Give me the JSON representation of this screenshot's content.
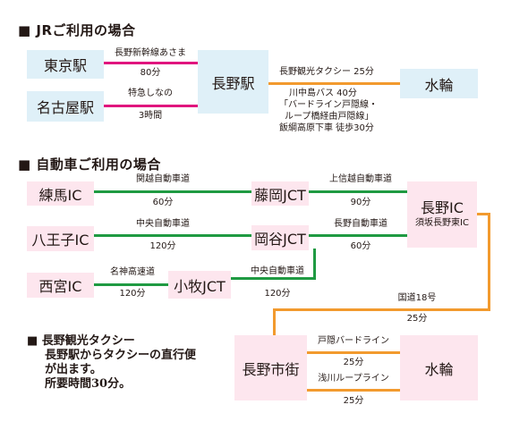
{
  "sections": {
    "jr_heading": "■ JRご利用の場合",
    "car_heading": "■ 自動車ご利用の場合"
  },
  "jr": {
    "tokyo": "東京駅",
    "nagoya": "名古屋駅",
    "nagano": "長野駅",
    "suirin": "水輪",
    "route_tokyo_name": "長野新幹線あさま",
    "route_tokyo_time": "80分",
    "route_nagoya_name": "特急しなの",
    "route_nagoya_time": "3時間",
    "taxi": "長野観光タクシー 25分",
    "bus_lines": [
      "川中島バス 40分",
      "「バードライン戸隠線・",
      "ループ橋経由戸隠線」",
      "飯綱高原下車 徒歩30分"
    ]
  },
  "car": {
    "nerima": "練馬IC",
    "hachioji": "八王子IC",
    "nishinomiya": "西宮IC",
    "komaki": "小牧JCT",
    "fujioka": "藤岡JCT",
    "okaya": "岡谷JCT",
    "nagano_ic": "長野IC",
    "suzaka": "須坂長野東IC",
    "r_kanetsu": "関越自動車道",
    "r_kanetsu_time": "60分",
    "r_joshinetsu": "上信越自動車道",
    "r_joshinetsu_time": "90分",
    "r_chuo1": "中央自動車道",
    "r_chuo1_time": "120分",
    "r_nagano": "長野自動車道",
    "r_nagano_time": "60分",
    "r_meishin": "名神高速道",
    "r_meishin_time": "120分",
    "r_chuo2": "中央自動車道",
    "r_chuo2_time": "120分",
    "kokudo": "国道18号",
    "kokudo_time": "25分",
    "city": "長野市街",
    "suirin": "水輪",
    "r_togakushi": "戸隠バードライン",
    "r_togakushi_time": "25分",
    "r_asakawa": "浅川ループライン",
    "r_asakawa_time": "25分"
  },
  "notes": [
    "■ 長野観光タクシー",
    "長野駅からタクシーの直行便",
    "が出ます。",
    "所要時間30分。"
  ]
}
